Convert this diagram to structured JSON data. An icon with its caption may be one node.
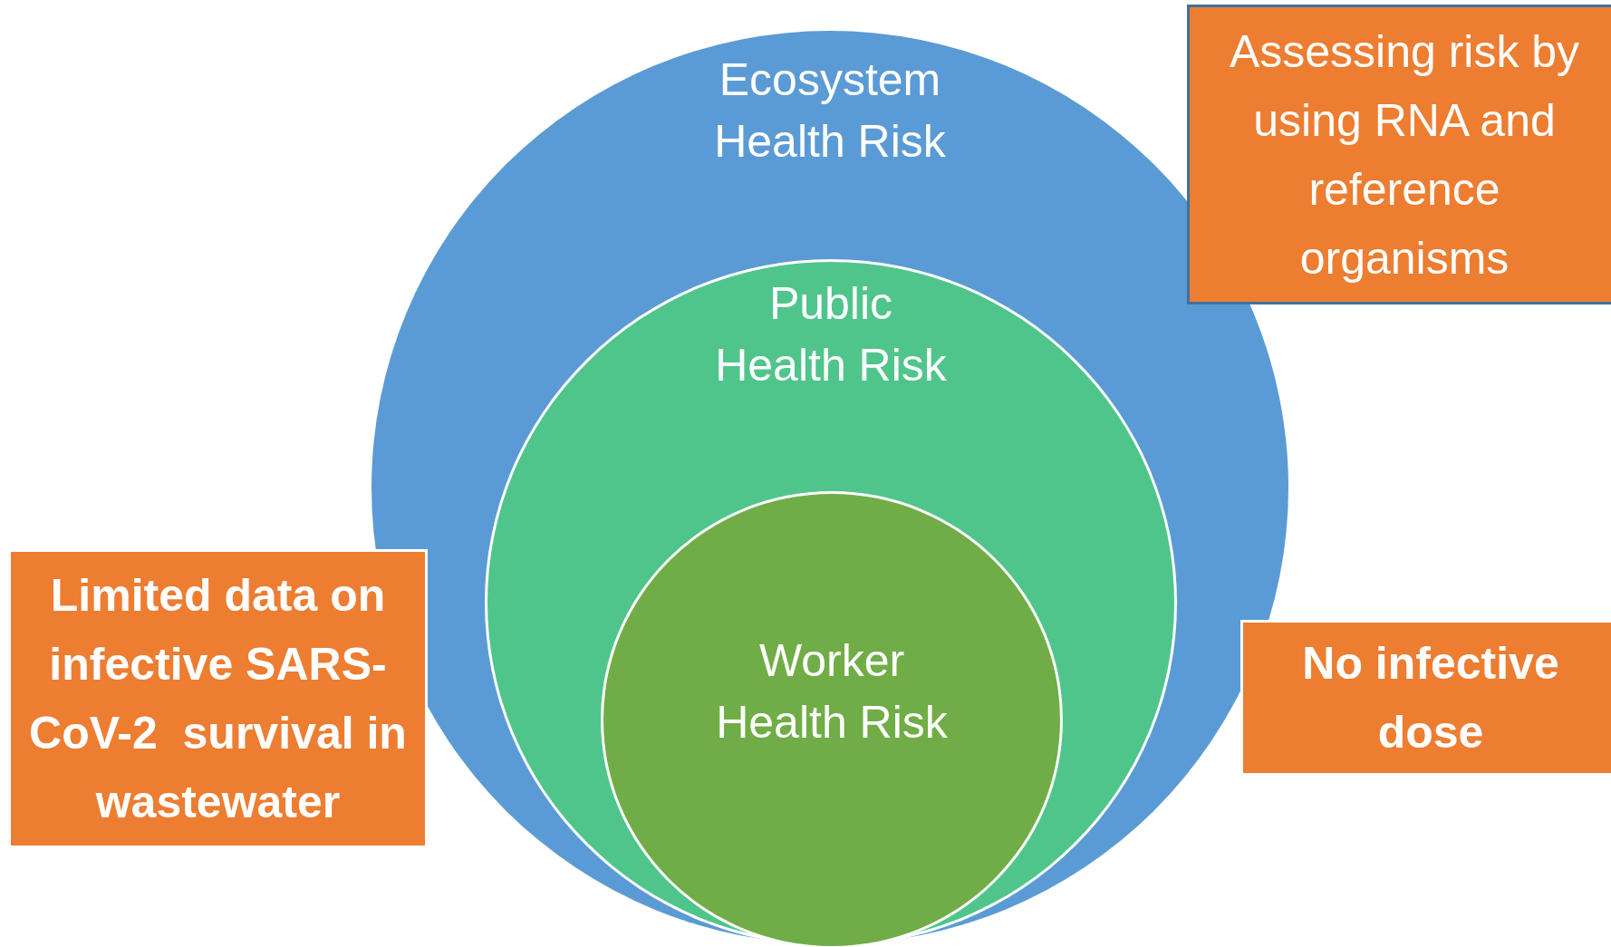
{
  "diagram": {
    "nodes": [
      {
        "text": [
          "Ecosystem Health Risk"
        ]
      },
      {
        "text": [
          "Public Health Risk"
        ],
        "in": 0
      },
      {
        "text": [
          "Worker Health Risk"
        ],
        "in": 1
      },
      {
        "text": [
          "Assessing risk by using RNA and reference organisms"
        ]
      },
      {
        "text": [
          "Limited data on infective SARS-CoV-2  survival in wastewater"
        ]
      },
      {
        "text": [
          "No infective dose"
        ]
      }
    ]
  }
}
